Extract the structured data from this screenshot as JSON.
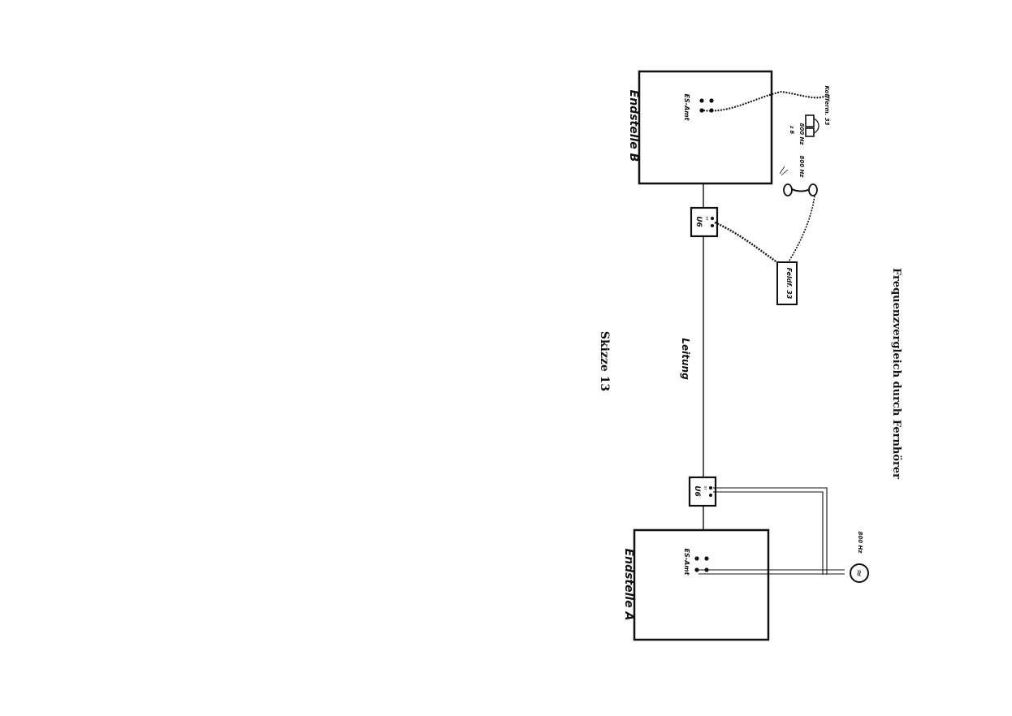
{
  "sketch_title": "Skizze 13",
  "caption": "Frequenzvergleich durch Fernhörer",
  "station_a": {
    "label": "Endstelle A",
    "exchange_label": "ES-Amt"
  },
  "station_b": {
    "label": "Endstelle B",
    "exchange_label": "ES-Amt"
  },
  "line_label": "Leitung",
  "transformer_a": {
    "label": "U6",
    "sub": "nr"
  },
  "transformer_b": {
    "label": "U6",
    "sub": "nr"
  },
  "generator_a": {
    "frequency": "800 Hz",
    "symbol": "≈"
  },
  "field_phone": "Feldf. 33",
  "headset_freq": "800 Hz",
  "case_label": "Koffferm. 33",
  "small_labels": {
    "z_b": "z B",
    "b_800": "800 Hz"
  },
  "colors": {
    "ink": "#111111",
    "paper": "#ffffff"
  }
}
